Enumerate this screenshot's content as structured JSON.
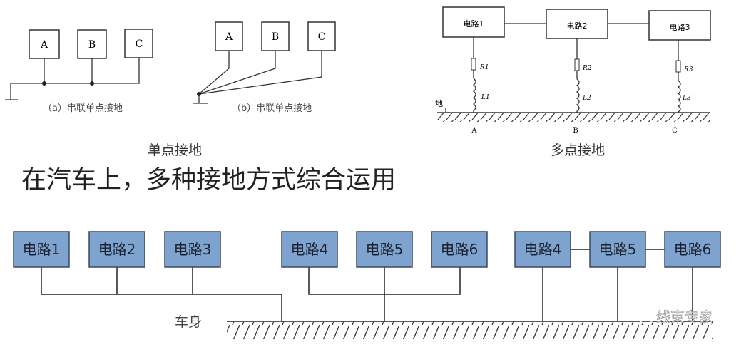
{
  "single_point": {
    "diagram_a": {
      "boxes": [
        "A",
        "B",
        "C"
      ],
      "caption": "（a）串联单点接地"
    },
    "diagram_b": {
      "boxes": [
        "A",
        "B",
        "C"
      ],
      "caption": "（b）串联单点接地"
    },
    "title": "单点接地"
  },
  "multi_point": {
    "boxes": [
      "电路1",
      "电路2",
      "电路3"
    ],
    "resistors": [
      "R1",
      "R2",
      "R3"
    ],
    "inductors": [
      "L1",
      "L2",
      "L3"
    ],
    "ground_label": "地",
    "points": [
      "A",
      "B",
      "C"
    ],
    "title": "多点接地"
  },
  "heading": "在汽车上，多种接地方式综合运用",
  "car": {
    "group1": [
      "电路1",
      "电路2",
      "电路3"
    ],
    "group2": [
      "电路4",
      "电路5",
      "电路6"
    ],
    "group3": [
      "电路4",
      "电路5",
      "电路6"
    ],
    "body_label": "车身",
    "box_color": "#7fa3cf"
  },
  "watermark": "线束专家"
}
